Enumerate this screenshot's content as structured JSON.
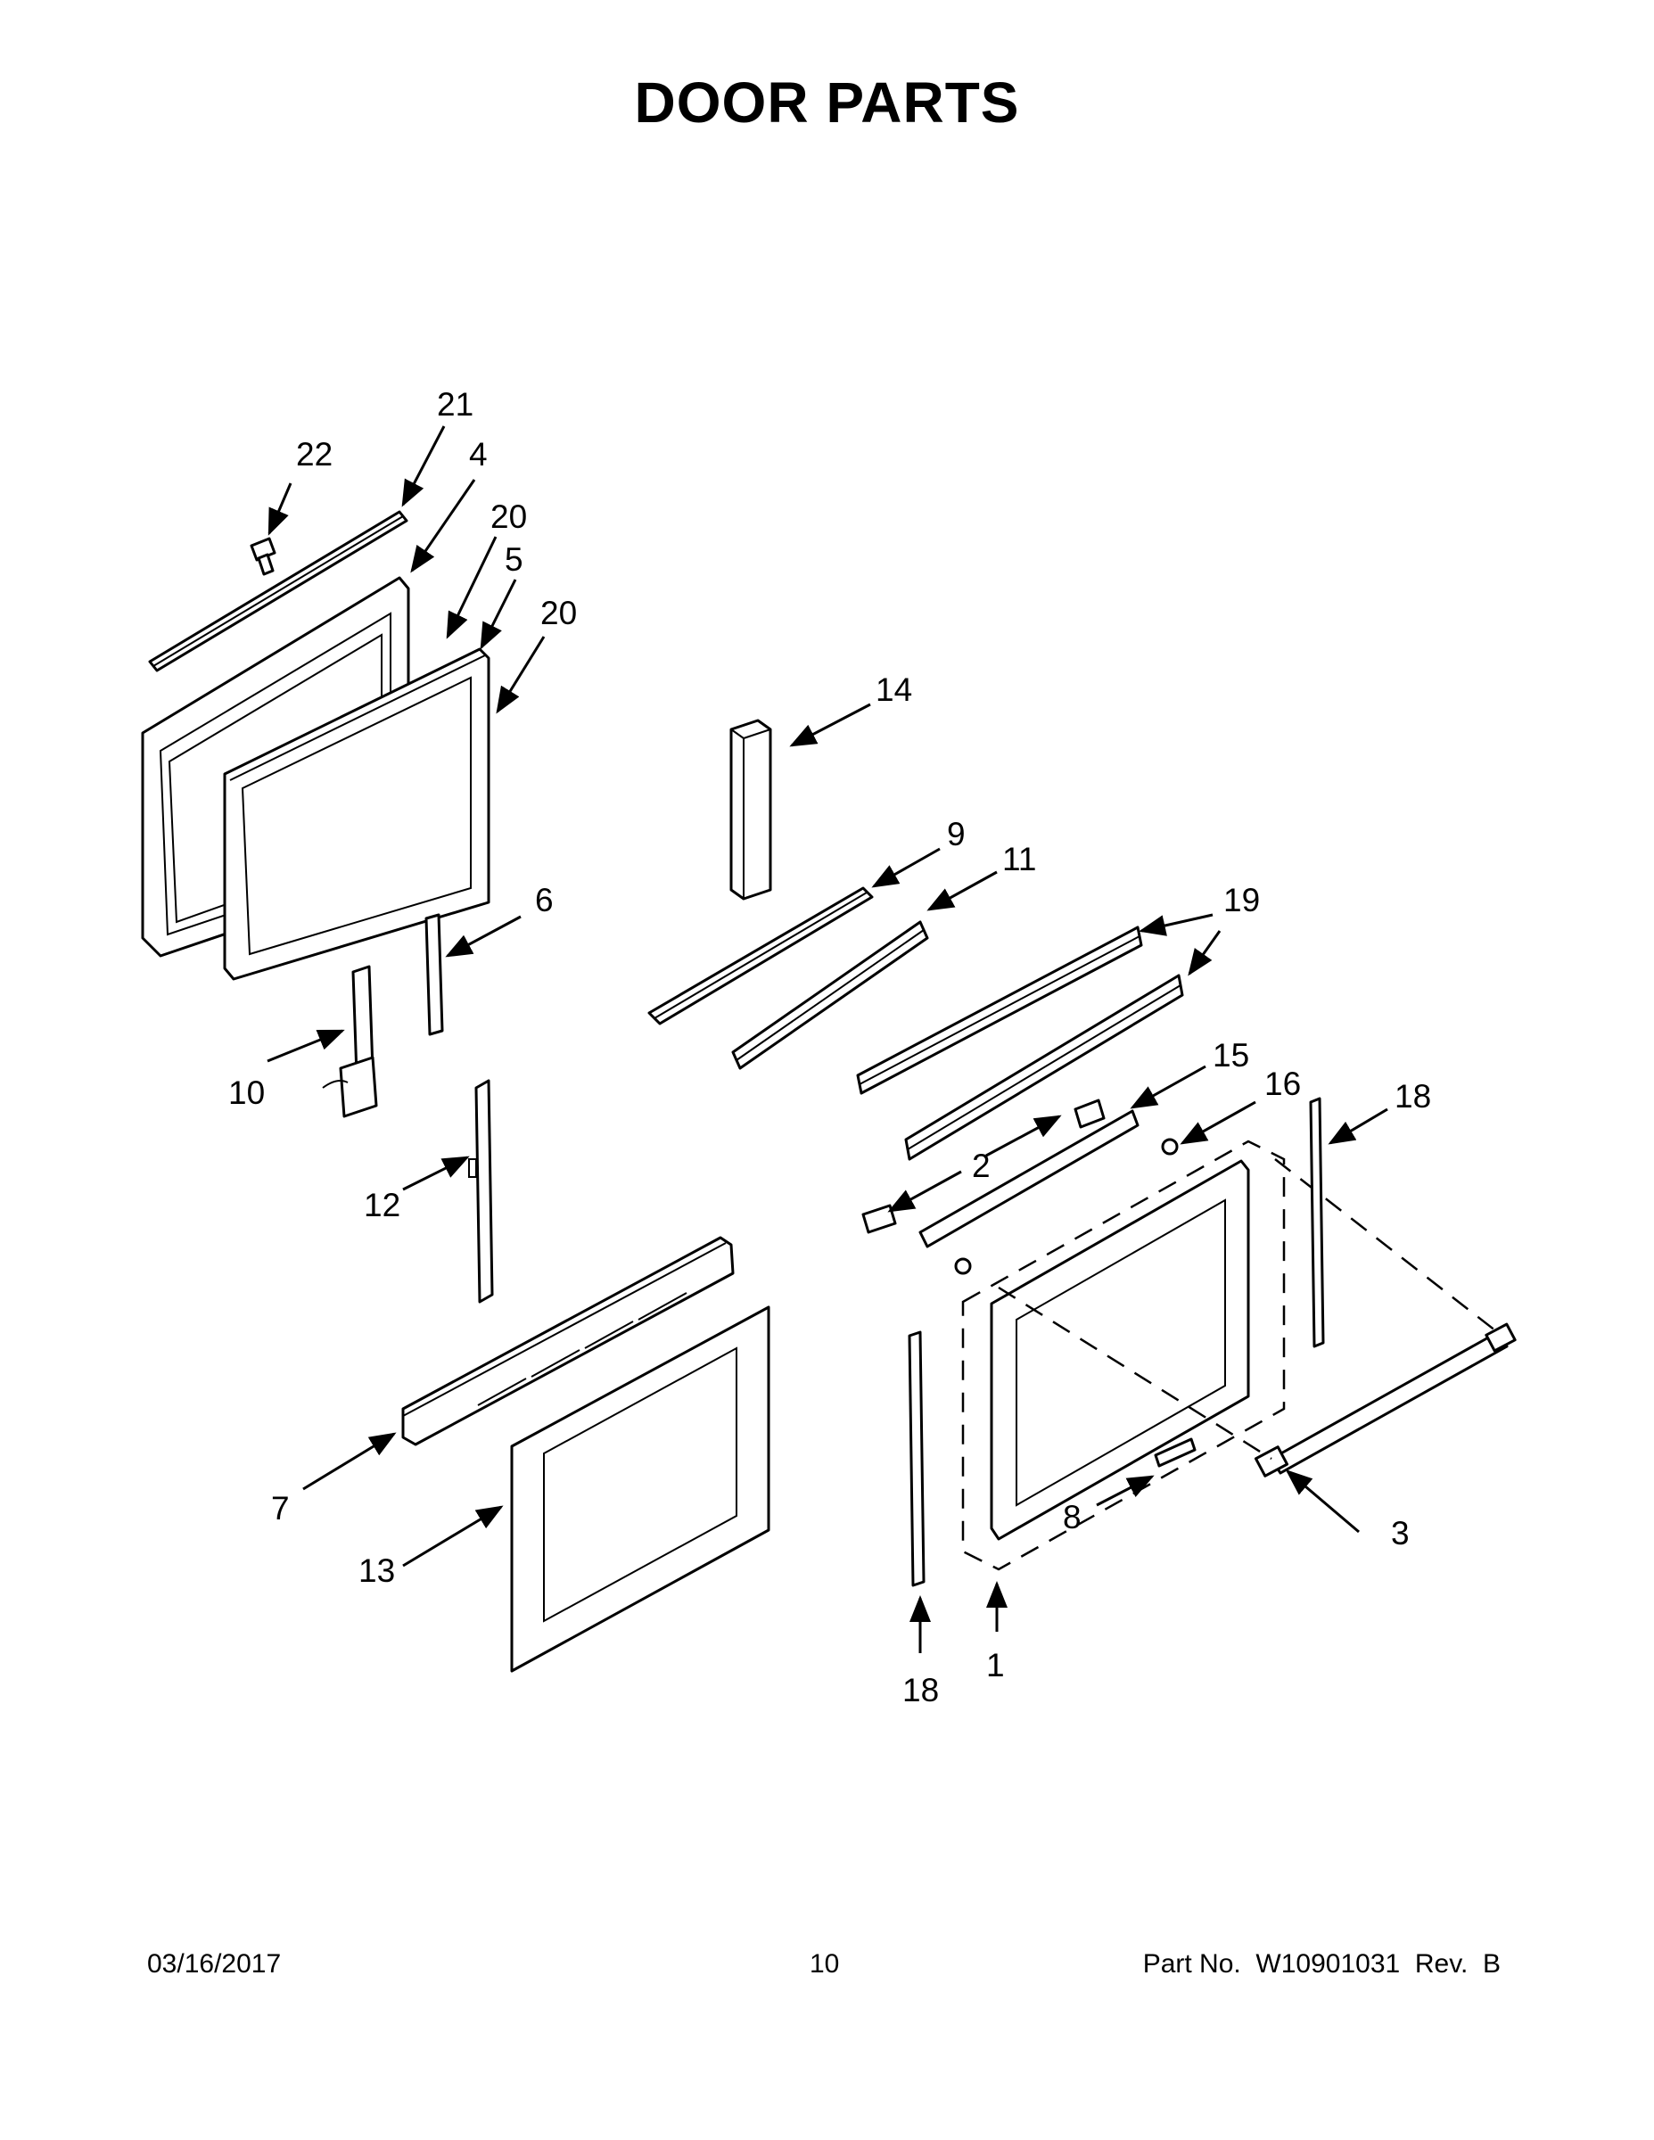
{
  "title": "DOOR PARTS",
  "callouts": [
    {
      "id": "c21a",
      "text": "21"
    },
    {
      "id": "c22",
      "text": "22"
    },
    {
      "id": "c4",
      "text": "4"
    },
    {
      "id": "c20a",
      "text": "20"
    },
    {
      "id": "c5",
      "text": "5"
    },
    {
      "id": "c20b",
      "text": "20"
    },
    {
      "id": "c14",
      "text": "14"
    },
    {
      "id": "c9",
      "text": "9"
    },
    {
      "id": "c11",
      "text": "11"
    },
    {
      "id": "c6",
      "text": "6"
    },
    {
      "id": "c19",
      "text": "19"
    },
    {
      "id": "c10",
      "text": "10"
    },
    {
      "id": "c15",
      "text": "15"
    },
    {
      "id": "c16",
      "text": "16"
    },
    {
      "id": "c18a",
      "text": "18"
    },
    {
      "id": "c2",
      "text": "2"
    },
    {
      "id": "c12",
      "text": "12"
    },
    {
      "id": "c7",
      "text": "7"
    },
    {
      "id": "c8",
      "text": "8"
    },
    {
      "id": "c3",
      "text": "3"
    },
    {
      "id": "c13",
      "text": "13"
    },
    {
      "id": "c1",
      "text": "1"
    },
    {
      "id": "c18b",
      "text": "18"
    }
  ],
  "footer": {
    "date": "03/16/2017",
    "page": "10",
    "part": "Part No.  W10901031  Rev.  B"
  }
}
